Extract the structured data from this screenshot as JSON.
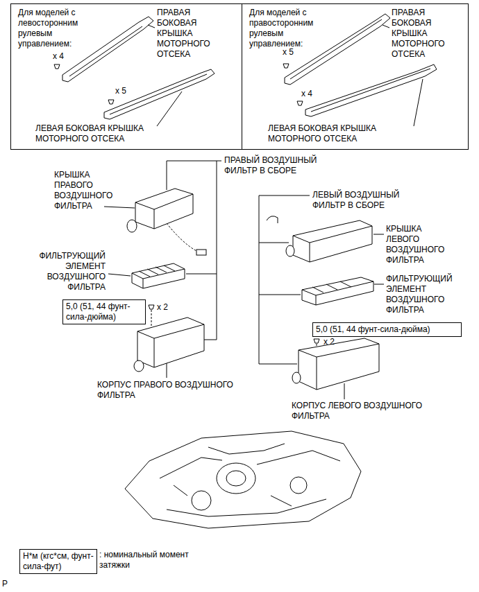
{
  "diagram": {
    "nodes": [
      {
        "text": [
          "Для моделей с левосторонним рулевым управлением:",
          "ПРАВАЯ БОКОВАЯ КРЫШКА МОТОРНОГО ОТСЕКА",
          "x 4",
          "x 5",
          "ЛЕВАЯ БОКОВАЯ КРЫШКА МОТОРНОГО ОТСЕКА"
        ]
      },
      {
        "text": [
          "Для моделей с правосторонним рулевым управлением:",
          "ПРАВАЯ БОКОВАЯ КРЫШКА МОТОРНОГО ОТСЕКА",
          "x 5",
          "x 4",
          "ЛЕВАЯ БОКОВАЯ КРЫШКА МОТОРНОГО ОТСЕКА"
        ]
      },
      {
        "text": [
          "5,0 (51, 44 фунт-сила-дюйма)"
        ]
      },
      {
        "text": [
          "5,0 (51, 44 фунт-сила-дюйма)"
        ]
      },
      {
        "text": [
          "Н*м (кгс*см, фунт-сила-фут)"
        ]
      }
    ],
    "labels": [
      "ПРАВЫЙ ВОЗДУШНЫЙ ФИЛЬТР В СБОРЕ",
      "КРЫШКА ПРАВОГО ВОЗДУШНОГО ФИЛЬТРА",
      "ФИЛЬТРУЮЩИЙ ЭЛЕМЕНТ ВОЗДУШНОГО ФИЛЬТРА",
      "x 2",
      "КОРПУС ПРАВОГО ВОЗДУШНОГО ФИЛЬТРА",
      "ЛЕВЫЙ ВОЗДУШНЫЙ ФИЛЬТР В СБОРЕ",
      "КРЫШКА ЛЕВОГО ВОЗДУШНОГО ФИЛЬТРА",
      "ФИЛЬТРУЮЩИЙ ЭЛЕМЕНТ ВОЗДУШНОГО ФИЛЬТРА",
      "x 2",
      "КОРПУС ЛЕВОГО ВОЗДУШНОГО ФИЛЬТРА",
      ": номинальный момент затяжки",
      "P"
    ]
  }
}
